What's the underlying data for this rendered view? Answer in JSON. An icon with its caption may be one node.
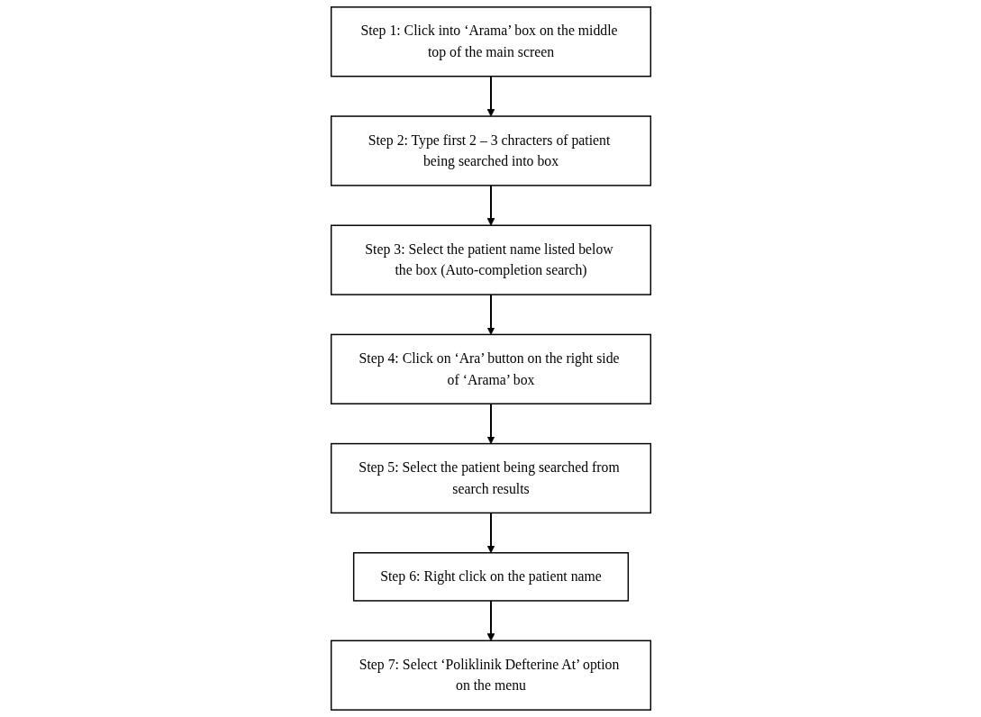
{
  "diagram": {
    "nodes": [
      {
        "text": [
          "Step 1: Click into ‘Arama’ box on the middle top of the main screen"
        ]
      },
      {
        "text": [
          "Step 2: Type first 2 – 3 chracters of patient being searched into box"
        ]
      },
      {
        "text": [
          "Step 3: Select the patient name listed below the box (Auto-completion search)"
        ]
      },
      {
        "text": [
          "Step 4: Click on ‘Ara’ button on the right side of ‘Arama’ box"
        ]
      },
      {
        "text": [
          "Step 5: Select the patient being searched from search results"
        ]
      },
      {
        "text": [
          "Step 6: Right click on the patient name"
        ]
      },
      {
        "text": [
          "Step 7: Select ‘Poliklinik Defterine At’ option on the menu"
        ]
      }
    ],
    "edges": [
      {
        "from": 0,
        "to": 1,
        "arrow": "to"
      },
      {
        "from": 1,
        "to": 2,
        "arrow": "to"
      },
      {
        "from": 2,
        "to": 3,
        "arrow": "to"
      },
      {
        "from": 3,
        "to": 4,
        "arrow": "to"
      },
      {
        "from": 4,
        "to": 5,
        "arrow": "to"
      },
      {
        "from": 5,
        "to": 6,
        "arrow": "to"
      }
    ]
  }
}
